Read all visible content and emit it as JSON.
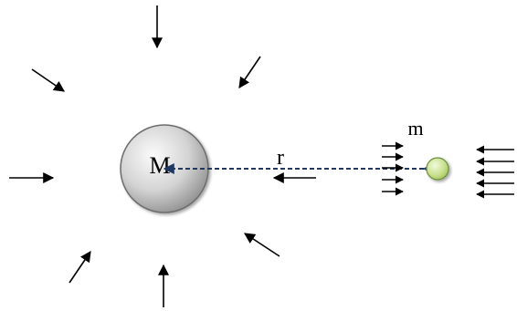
{
  "labels": {
    "central_mass": "M",
    "distance": "r",
    "test_mass": "m"
  },
  "colors": {
    "background": "#ffffff",
    "arrow": "#000000",
    "dashed_line": "#1f3864",
    "large_sphere_light": "#fbfbfb",
    "large_sphere_dark": "#8c8c8c",
    "large_sphere_stroke": "#6d6d6d",
    "small_sphere_light": "#f1fadc",
    "small_sphere_dark": "#9cbf52",
    "small_sphere_stroke": "#6e8f3c"
  }
}
